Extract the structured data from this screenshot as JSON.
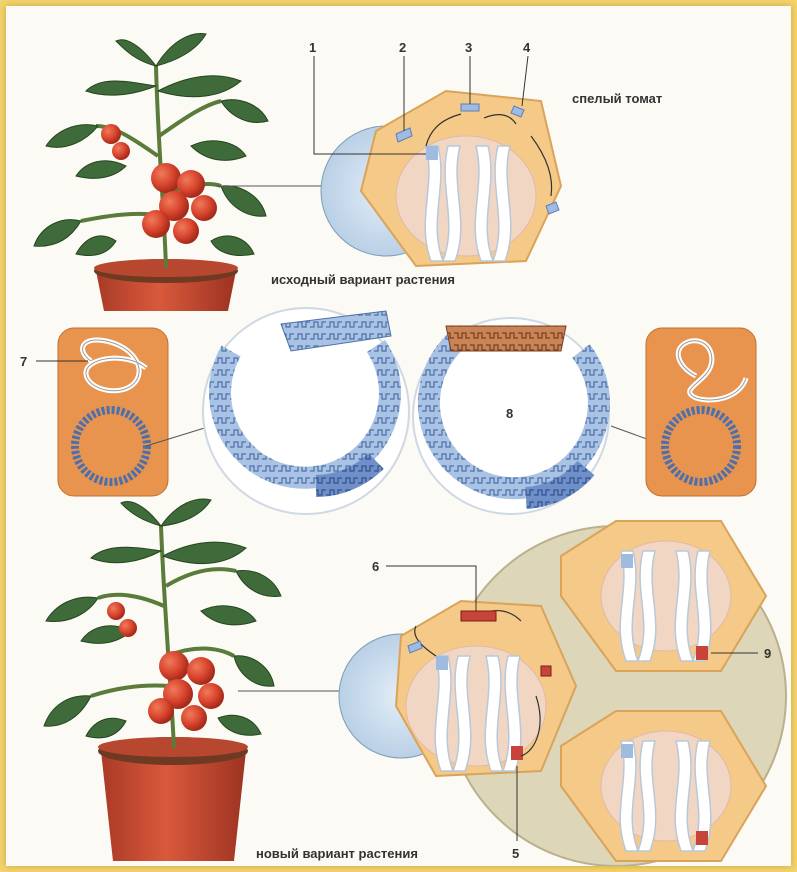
{
  "labels": {
    "n1": "1",
    "n2": "2",
    "n3": "3",
    "n4": "4",
    "n5": "5",
    "n6": "6",
    "n7": "7",
    "n8": "8",
    "n9": "9",
    "ripe_tomato": "спелый томат",
    "original_plant": "исходный вариант растения",
    "new_plant": "новый вариант растения"
  },
  "colors": {
    "page_border": "#f3d36b",
    "cell_fill": "#f5c987",
    "cell_stroke": "#d9a45a",
    "nucleus_fill": "#f1d6c4",
    "plasmid_card": "#e8944e",
    "gene_blue": "#9fbbe0",
    "gene_dark_blue": "#5c7fbd",
    "gene_brown": "#b8744a",
    "marker_red": "#c8443a",
    "leaf_green": "#3f6b3a",
    "tomato_red": "#d8452e",
    "pot_red": "#c94a32"
  },
  "icons": [
    "tomato-plant-icon",
    "chromosome-icon",
    "plasmid-icon",
    "enzyme-icon"
  ]
}
